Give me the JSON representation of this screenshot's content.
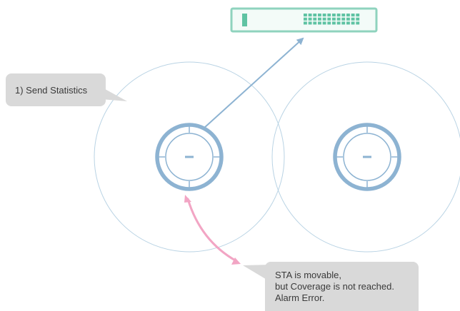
{
  "callouts": {
    "send_statistics": "1) Send Statistics",
    "alarm": {
      "line1": "STA is movable,",
      "line2": "but Coverage is not reached.",
      "line3": "Alarm Error."
    }
  },
  "colors": {
    "coverage_ring": "#b9d3e4",
    "access_point": "#8db3d2",
    "switch_outline": "#8fd3be",
    "switch_fill": "#f3fbf8",
    "switch_ports": "#5fc3a3",
    "stats_arrow": "#8db3d2",
    "movement_arrow": "#f2a5c4",
    "callout_fill": "#d9d9d9",
    "callout_text": "#3a3a3a"
  },
  "icons": {
    "switch": "network-switch-icon",
    "access_point": "access-point-icon"
  }
}
